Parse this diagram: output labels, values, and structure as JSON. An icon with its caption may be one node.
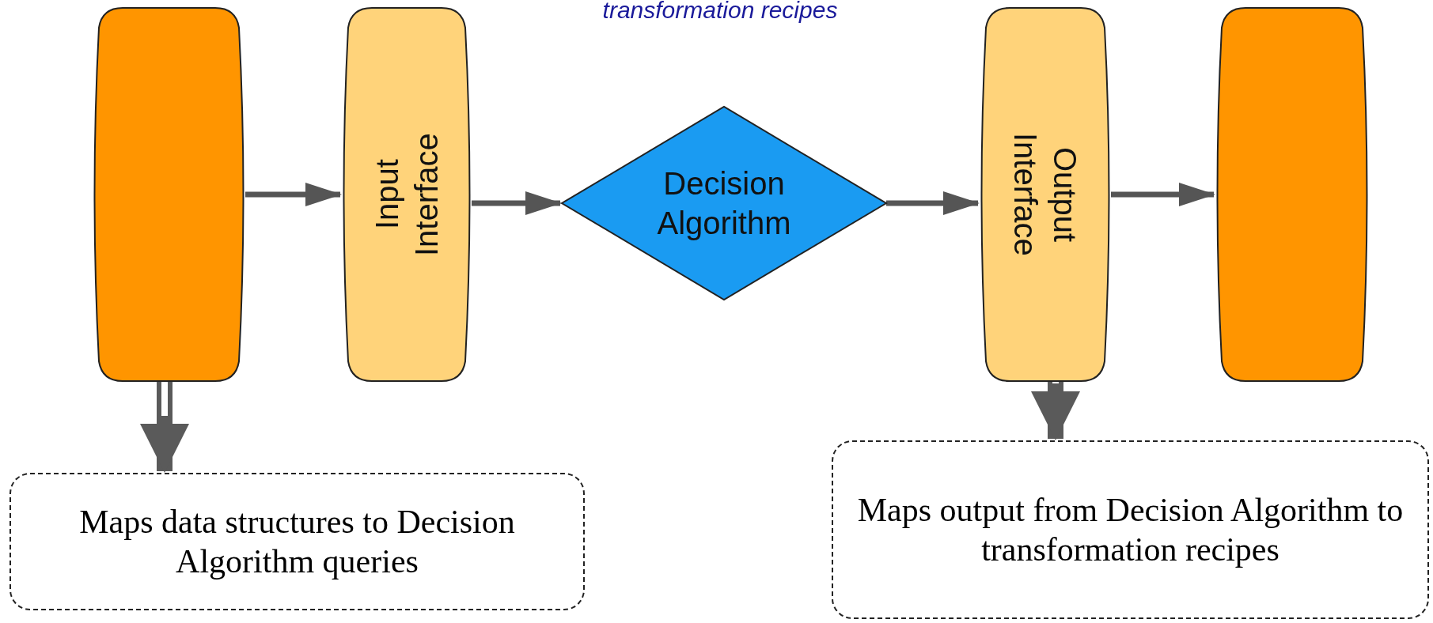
{
  "diagram": {
    "nodes": [
      {
        "text": [],
        "shape": "box"
      },
      {
        "text": [
          "Input Interface"
        ]
      },
      {
        "text": [
          "Decision Algorithm"
        ]
      },
      {
        "text": [
          "Output Interface"
        ]
      },
      {
        "text": [],
        "shape": "box"
      },
      {
        "text": [
          "Maps data structures to Decision Algorithm queries"
        ]
      },
      {
        "text": [
          "Maps output from Decision Algorithm to transformation recipes"
        ]
      }
    ],
    "edges": [
      {
        "from": 0,
        "to": 1,
        "arrow": "to"
      },
      {
        "from": 1,
        "to": 2,
        "arrow": "to"
      },
      {
        "from": 2,
        "to": 3,
        "arrow": "to"
      },
      {
        "from": 3,
        "to": 4,
        "arrow": "to"
      },
      {
        "from": 0,
        "to": 5,
        "arrow": "to",
        "style": "thick"
      },
      {
        "from": 3,
        "to": 6,
        "arrow": "to",
        "style": "thick"
      }
    ],
    "labels": [
      "transformation recipes"
    ]
  }
}
